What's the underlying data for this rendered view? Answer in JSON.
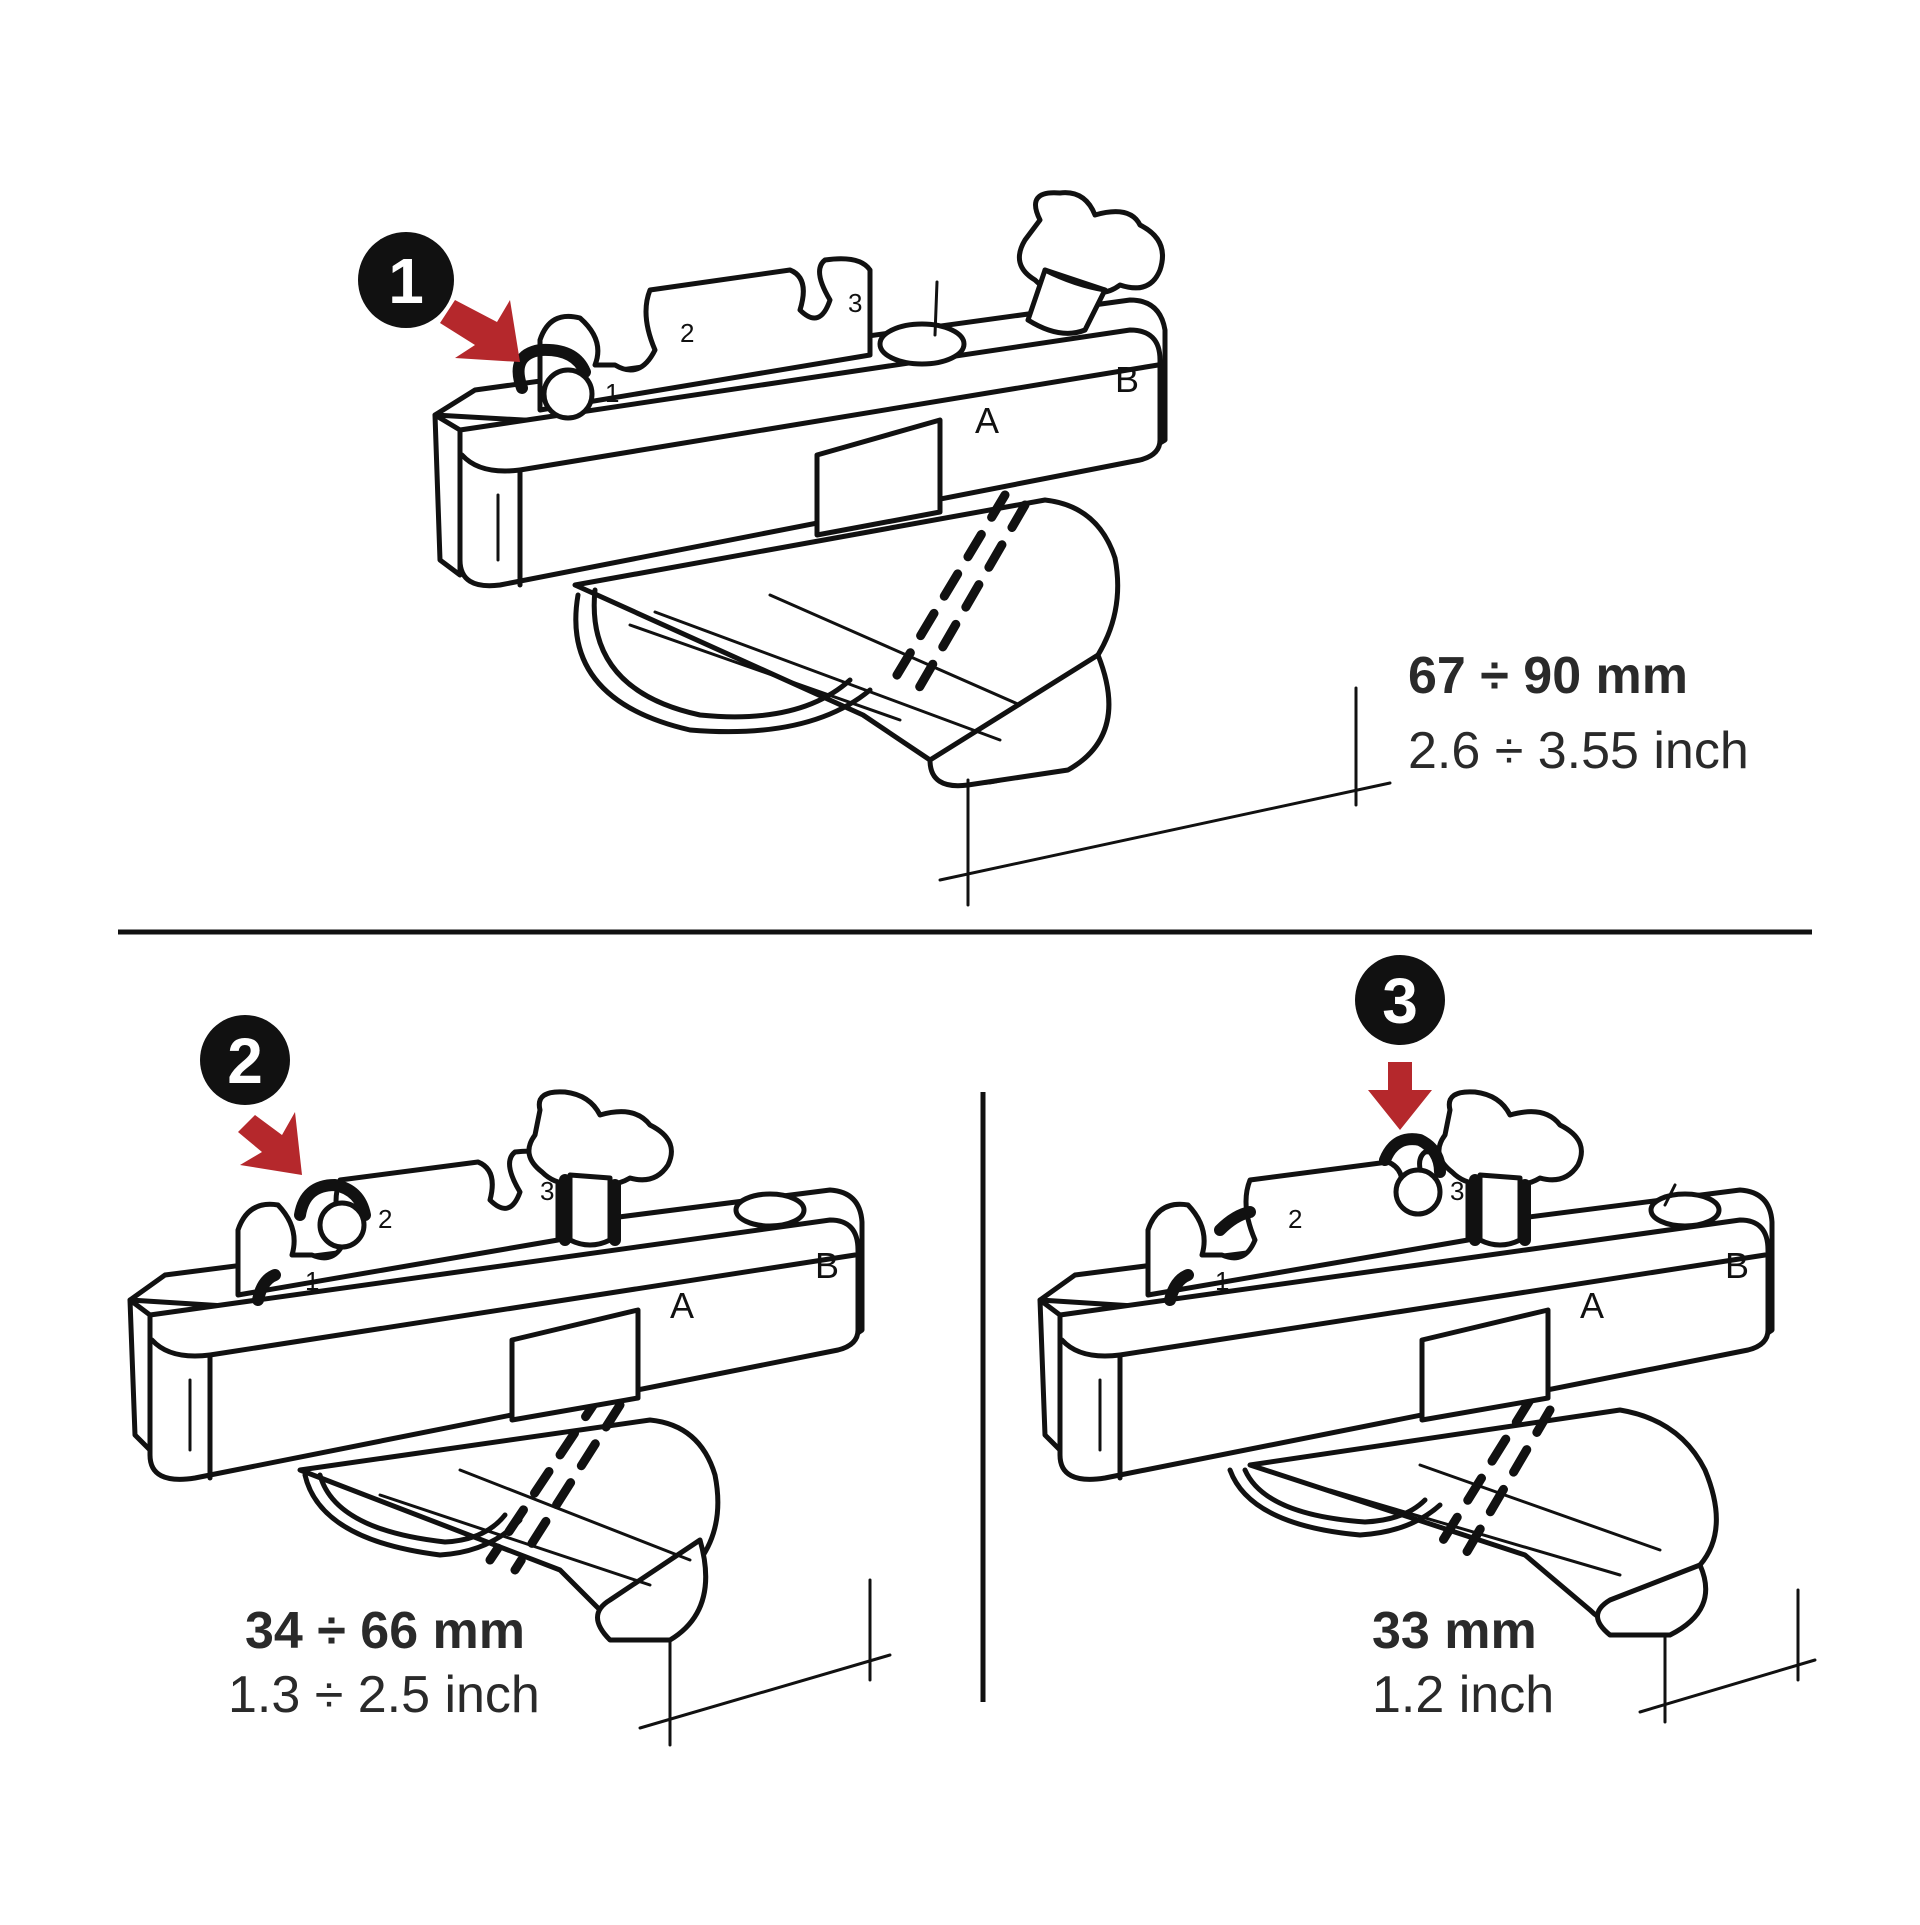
{
  "panels": [
    {
      "step": "1",
      "measurement_mm": "67 ÷ 90 mm",
      "measurement_inch": "2.6 ÷ 3.55 inch",
      "label_a": "A",
      "label_b": "B",
      "slots": [
        "1",
        "2",
        "3"
      ]
    },
    {
      "step": "2",
      "measurement_mm": "34 ÷ 66 mm",
      "measurement_inch": "1.3 ÷ 2.5 inch",
      "label_a": "A",
      "label_b": "B",
      "slots": [
        "1",
        "2",
        "3"
      ]
    },
    {
      "step": "3",
      "measurement_mm": "33 mm",
      "measurement_inch": "1.2 inch",
      "label_a": "A",
      "label_b": "B",
      "slots": [
        "1",
        "2",
        "3"
      ]
    }
  ],
  "colors": {
    "arrow": "#b5282c",
    "line": "#111111",
    "text": "#2a2a2a",
    "badge": "#111111"
  }
}
